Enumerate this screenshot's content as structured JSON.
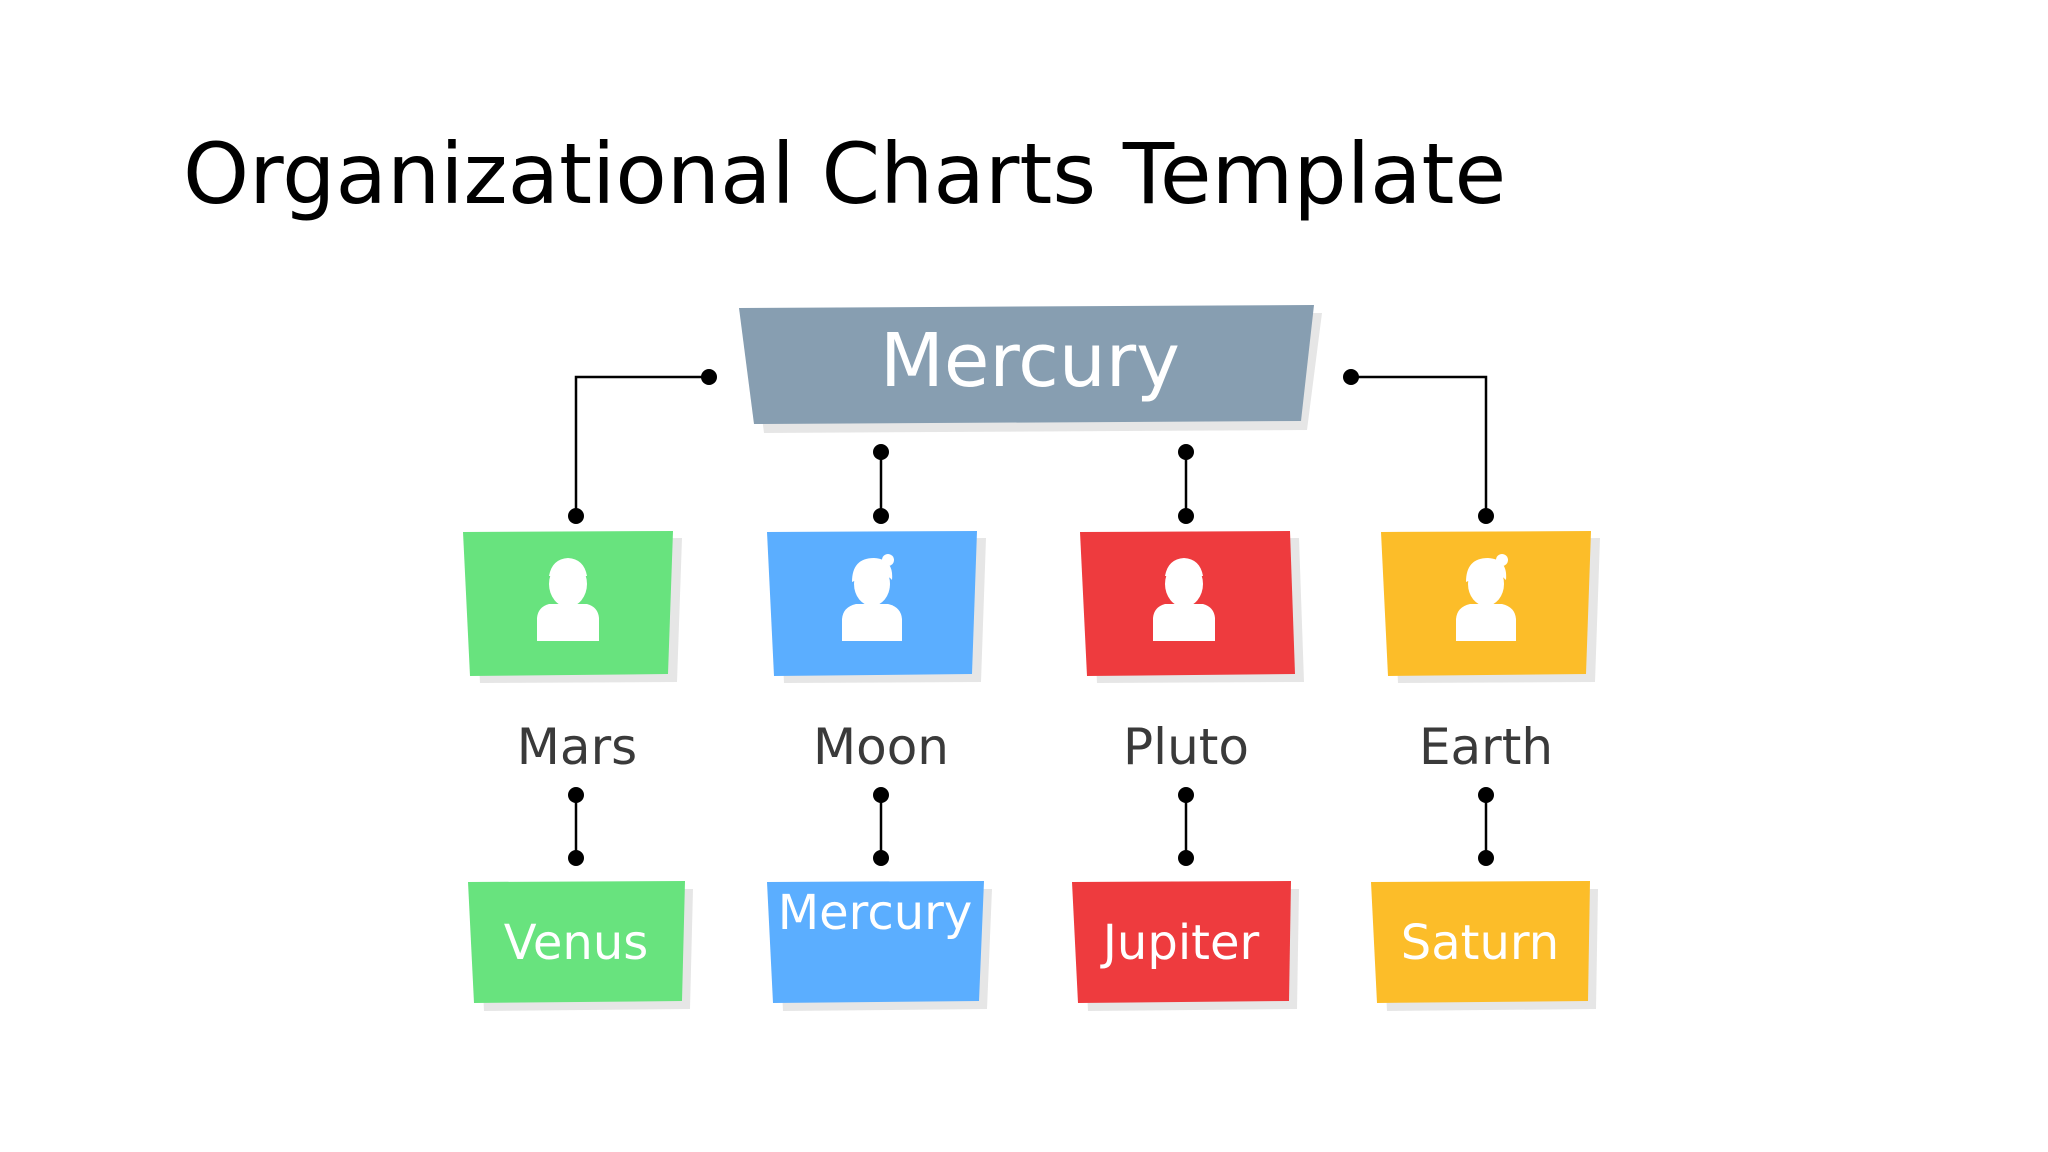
{
  "title": "Organizational Charts Template",
  "top": {
    "label": "Mercury",
    "color": "#879EB1"
  },
  "members": [
    {
      "name": "Mars",
      "color": "#68E37E",
      "icon": "person-male-icon",
      "sub": {
        "label": "Venus",
        "color": "#68E37E"
      }
    },
    {
      "name": "Moon",
      "color": "#5BAEFF",
      "icon": "person-female-icon",
      "sub": {
        "label": "Mercury",
        "color": "#5BAEFF"
      }
    },
    {
      "name": "Pluto",
      "color": "#EE3B3E",
      "icon": "person-male-icon",
      "sub": {
        "label": "Jupiter",
        "color": "#EE3B3E"
      }
    },
    {
      "name": "Earth",
      "color": "#FCBD29",
      "icon": "person-female-icon",
      "sub": {
        "label": "Saturn",
        "color": "#FCBD29"
      }
    }
  ],
  "connector_color": "#000000",
  "shadow_color": "#E6E6E6"
}
